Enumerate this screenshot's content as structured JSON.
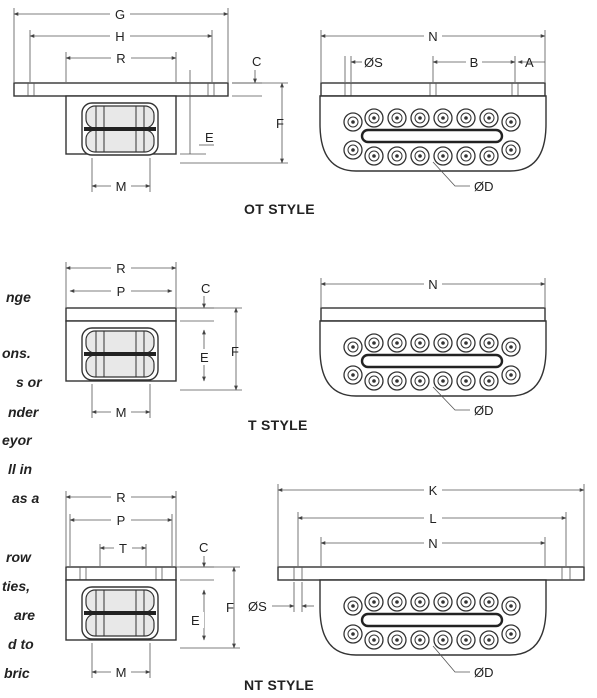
{
  "side_text": [
    "nge",
    "ons.",
    "s or",
    "nder",
    "eyor",
    "ll in",
    "as a",
    "row",
    "ties,",
    "are",
    "d to",
    "bric"
  ],
  "ot": {
    "title": "OT STYLE",
    "labels": {
      "G": "G",
      "H": "H",
      "R": "R",
      "C": "C",
      "E": "E",
      "F": "F",
      "M": "M",
      "N": "N",
      "S": "ØS",
      "B": "B",
      "A": "A",
      "D": "ØD"
    }
  },
  "t": {
    "title": "T STYLE",
    "labels": {
      "R": "R",
      "P": "P",
      "C": "C",
      "E": "E",
      "F": "F",
      "M": "M",
      "N": "N",
      "D": "ØD"
    }
  },
  "nt": {
    "title": "NT STYLE",
    "labels": {
      "R": "R",
      "P": "P",
      "T": "T",
      "C": "C",
      "E": "E",
      "F": "F",
      "M": "M",
      "S": "ØS",
      "K": "K",
      "L": "L",
      "N": "N",
      "D": "ØD"
    }
  }
}
